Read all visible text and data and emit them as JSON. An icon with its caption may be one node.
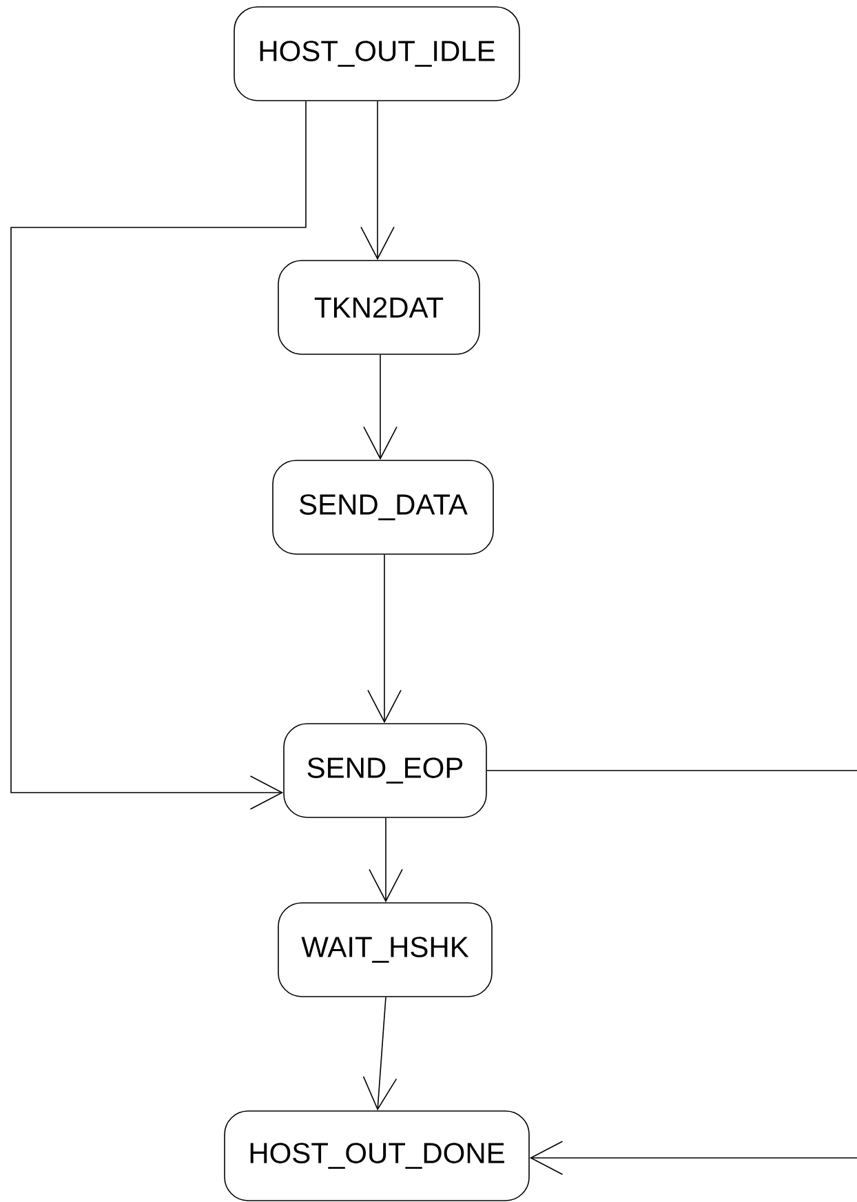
{
  "diagram": {
    "nodes": [
      {
        "text": [
          "HOST_OUT_IDLE"
        ]
      },
      {
        "text": [
          "TKN2DAT"
        ]
      },
      {
        "text": [
          "SEND_DATA"
        ]
      },
      {
        "text": [
          "SEND_EOP"
        ]
      },
      {
        "text": [
          "WAIT_HSHK"
        ]
      },
      {
        "text": [
          "HOST_OUT_DONE"
        ]
      }
    ],
    "edges": [
      {
        "from": 0,
        "to": 1,
        "arrow": "to"
      },
      {
        "from": 0,
        "to": 3,
        "arrow": "to"
      },
      {
        "from": 1,
        "to": 2,
        "arrow": "to"
      },
      {
        "from": 2,
        "to": 3,
        "arrow": "to"
      },
      {
        "from": 3,
        "to": 4,
        "arrow": "to"
      },
      {
        "from": 4,
        "to": 5,
        "arrow": "to"
      },
      {
        "from": 3,
        "to": null,
        "arrow": "none"
      },
      {
        "from": null,
        "to": 5,
        "arrow": "to"
      }
    ]
  }
}
